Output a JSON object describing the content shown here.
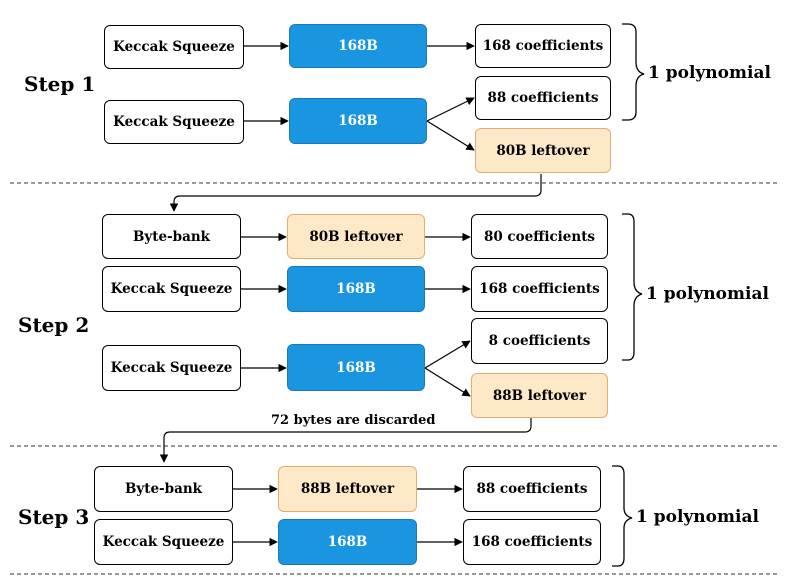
{
  "steps": [
    {
      "label": "Step 1",
      "polynomial": "1 polynomial",
      "rows": [
        {
          "source": "Keccak Squeeze",
          "mid": "168B",
          "out": "168 coefficients"
        },
        {
          "source": "Keccak Squeeze",
          "mid": "168B",
          "out": "88 coefficients",
          "leftover": "80B leftover"
        }
      ]
    },
    {
      "label": "Step 2",
      "polynomial": "1 polynomial",
      "note": "72 bytes are discarded",
      "rows": [
        {
          "source": "Byte-bank",
          "mid": "80B leftover",
          "out": "80 coefficients"
        },
        {
          "source": "Keccak Squeeze",
          "mid": "168B",
          "out": "168 coefficients"
        },
        {
          "source": "Keccak Squeeze",
          "mid": "168B",
          "out": "8 coefficients",
          "leftover": "88B leftover"
        }
      ]
    },
    {
      "label": "Step 3",
      "polynomial": "1 polynomial",
      "rows": [
        {
          "source": "Byte-bank",
          "mid": "88B leftover",
          "out": "88 coefficients"
        },
        {
          "source": "Keccak Squeeze",
          "mid": "168B",
          "out": "168 coefficients"
        }
      ]
    }
  ]
}
